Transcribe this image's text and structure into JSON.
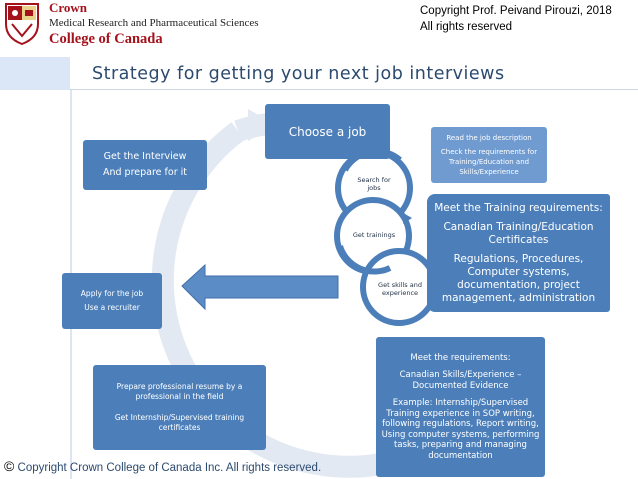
{
  "header": {
    "brand_line1": "Crown",
    "brand_line2": "Medical Research and Pharmaceutical Sciences",
    "brand_line3": "College of Canada",
    "copyright_line1": "Copyright Prof. Peivand Pirouzi, 2018",
    "copyright_line2": "All rights reserved"
  },
  "title": "Strategy for getting your next job interviews",
  "cycle": {
    "choose": "Choose a job",
    "get_interview_line1": "Get the Interview",
    "get_interview_line2": "And prepare for it",
    "apply_line1": "Apply for the job",
    "apply_line2": "Use a recruiter",
    "prepare_line1": "Prepare professional resume by a professional in the field",
    "prepare_line2": "Get Internship/Supervised training certificates"
  },
  "circles": {
    "search_line1": "Search for",
    "search_line2": "jobs",
    "trainings": "Get trainings",
    "skills_line1": "Get skills and",
    "skills_line2": "experience"
  },
  "details": {
    "read_line1": "Read the job description",
    "read_line2": "Check the requirements for Training/Education and Skills/Experience",
    "training_line1": "Meet the Training requirements:",
    "training_line2": "Canadian Training/Education Certificates",
    "training_line3": "Regulations, Procedures, Computer systems, documentation, project management, administration",
    "req_line1": "Meet the requirements:",
    "req_line2": "Canadian Skills/Experience – Documented Evidence",
    "req_line3": "Example: Internship/Supervised Training experience in SOP writing, following regulations, Report writing, Using computer systems, performing tasks, preparing and managing documentation"
  },
  "footer": {
    "symbol": "©",
    "text": " Copyright Crown College of Canada Inc. All rights reserved."
  },
  "colors": {
    "box_blue": "#4c7fba",
    "light_blue": "#6f9bd0",
    "brand_red": "#a5121c",
    "title_navy": "#2c4a6e"
  }
}
